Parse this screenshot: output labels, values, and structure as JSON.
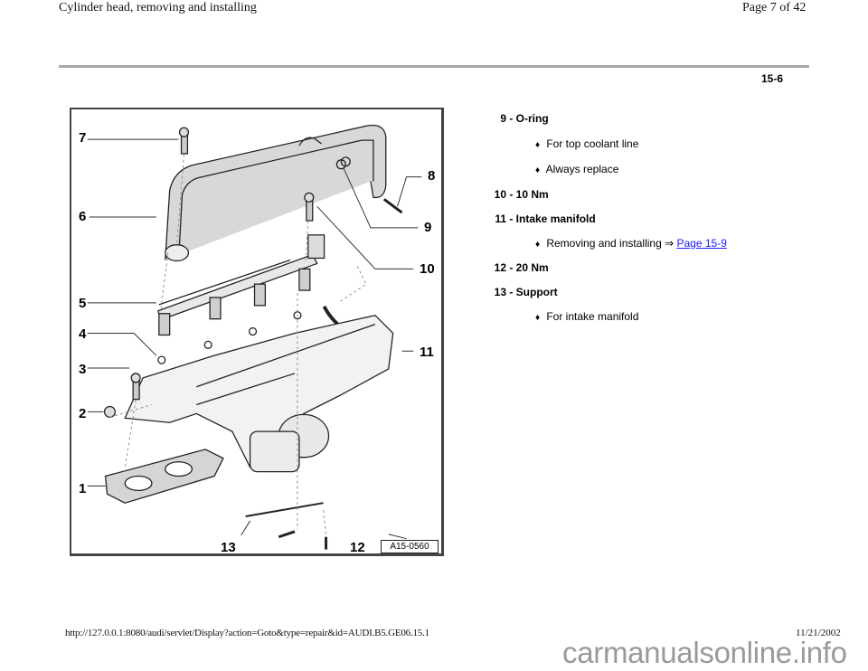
{
  "header": {
    "title": "Cylinder head, removing and installing",
    "page_indicator": "Page 7 of 42"
  },
  "section_number": "15-6",
  "figure": {
    "figure_id": "A15-0560",
    "callouts": [
      "1",
      "2",
      "3",
      "4",
      "5",
      "6",
      "7",
      "8",
      "9",
      "10",
      "11",
      "12",
      "13"
    ]
  },
  "legend": {
    "items": [
      {
        "num": "9",
        "label": "O-ring",
        "bullets": [
          {
            "text": "For top coolant line"
          },
          {
            "text": "Always replace"
          }
        ]
      },
      {
        "num": "10",
        "label": "10 Nm",
        "bullets": []
      },
      {
        "num": "11",
        "label": "Intake manifold",
        "bullets": [
          {
            "text": "Removing and installing",
            "arrow": "⇒",
            "link": "Page 15-9"
          }
        ]
      },
      {
        "num": "12",
        "label": "20 Nm",
        "bullets": []
      },
      {
        "num": "13",
        "label": "Support",
        "bullets": [
          {
            "text": "For intake manifold"
          }
        ]
      }
    ],
    "separator": " - ",
    "bullet_glyph": "♦"
  },
  "footer": {
    "url": "http://127.0.0.1:8080/audi/servlet/Display?action=Goto&type=repair&id=AUDI.B5.GE06.15.1",
    "date": "11/21/2002",
    "watermark": "carmanualsonline.info"
  },
  "colors": {
    "link": "#1a1aff",
    "rule": "#a8a8a8",
    "watermark": "#9a9a9a"
  }
}
